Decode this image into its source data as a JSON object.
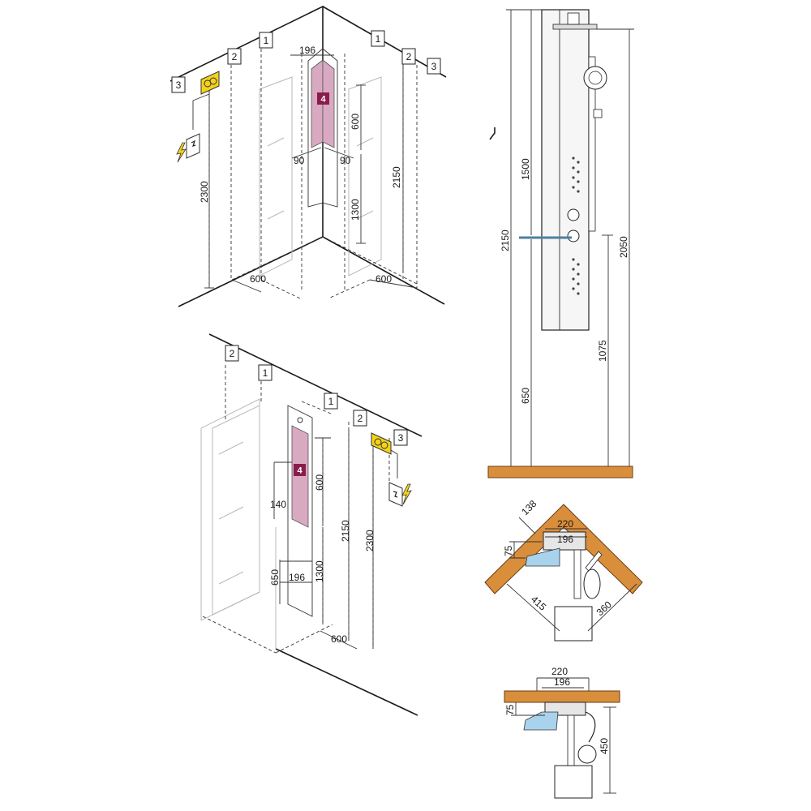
{
  "colors": {
    "panel_pink": "#d9a9c2",
    "badge_maroon": "#8a1c4c",
    "socket_yellow": "#f2d21a",
    "wood": "#d98e3c",
    "wood_stroke": "#6b3d12",
    "glass_blue": "#a9d3ec",
    "panel_grey": "#e6e6e6"
  },
  "icons": [
    "lightning-icon",
    "power-socket-icon",
    "water-connection-icon",
    "shower-head-icon"
  ],
  "corner_view": {
    "labels_left": [
      "3",
      "2",
      "1"
    ],
    "labels_right": [
      "1",
      "2",
      "3"
    ],
    "badge": "4",
    "dims": {
      "panel_width": "196",
      "zone_height": "600",
      "offset_left": "90",
      "offset_right": "90",
      "lower_height": "1300",
      "wall_height": "2150",
      "socket_height": "2300",
      "floor_left": "600",
      "floor_right": "600"
    }
  },
  "wall_view": {
    "labels_left": [
      "2",
      "1"
    ],
    "labels_right": [
      "1",
      "2",
      "3"
    ],
    "badge": "4",
    "dims": {
      "zone_height": "600",
      "offset": "140",
      "lower_height": "1300",
      "wall_height": "2150",
      "socket_height": "2300",
      "floor_height": "650",
      "panel_width": "196",
      "floor_depth": "600"
    }
  },
  "column_view": {
    "dims": {
      "total_height": "2150",
      "upper": "1500",
      "floor_to_valve": "650",
      "mid": "1075",
      "rail_height": "2050"
    }
  },
  "corner_plan": {
    "dims": {
      "depth": "138",
      "outer_width": "220",
      "inner_width": "196",
      "glass_offset": "75",
      "diag_left": "415",
      "diag_right": "360"
    }
  },
  "wall_plan": {
    "dims": {
      "outer_width": "220",
      "inner_width": "196",
      "glass_offset": "75",
      "projection": "450"
    }
  }
}
